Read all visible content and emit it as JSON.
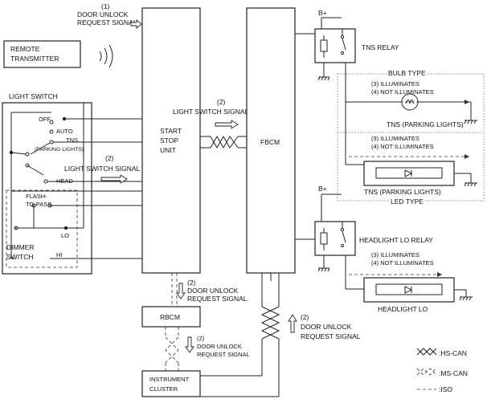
{
  "remote_transmitter": "REMOTE\nTRANSMITTER",
  "light_switch": {
    "title": "LIGHT SWITCH",
    "positions": [
      "OFF",
      "AUTO",
      "TNS",
      "(PARKING LIGHTS)",
      "HEAD",
      "FLASH-",
      "TO-PASS",
      "LO",
      "HI"
    ],
    "dimmer": [
      "DIMMER",
      "SWITCH"
    ]
  },
  "start_stop_unit": [
    "START",
    "STOP",
    "UNIT"
  ],
  "fbcm": "FBCM",
  "rbcm": "RBCM",
  "instrument_cluster": [
    "INSTRUMENT",
    "CLUSTER"
  ],
  "signals": {
    "s1_num": "(1)",
    "s1_a": "DOOR UNLOCK",
    "s1_b": "REQUEST SIGNAL",
    "s2_num": "(2)",
    "light_switch_signal": "LIGHT SWITCH SIGNAL",
    "door_unlock": "DOOR UNLOCK",
    "request_signal": "REQUEST SIGNAL"
  },
  "bplus": "B+",
  "tns_relay": "TNS RELAY",
  "headlight_lo_relay": "HEADLIGHT LO RELAY",
  "bulb_type": "BULB TYPE",
  "led_type": "LED TYPE",
  "illuminates": "(3) ILLUMINATES",
  "not_illuminates": "(4) NOT ILLUMINATES",
  "tns_parking_lights": "TNS (PARKING LIGHTS)",
  "headlight_lo": "HEADLIGHT LO",
  "legend": {
    "hs_can": ":HS-CAN",
    "ms_can": ":MS-CAN",
    "iso": ":ISO"
  }
}
